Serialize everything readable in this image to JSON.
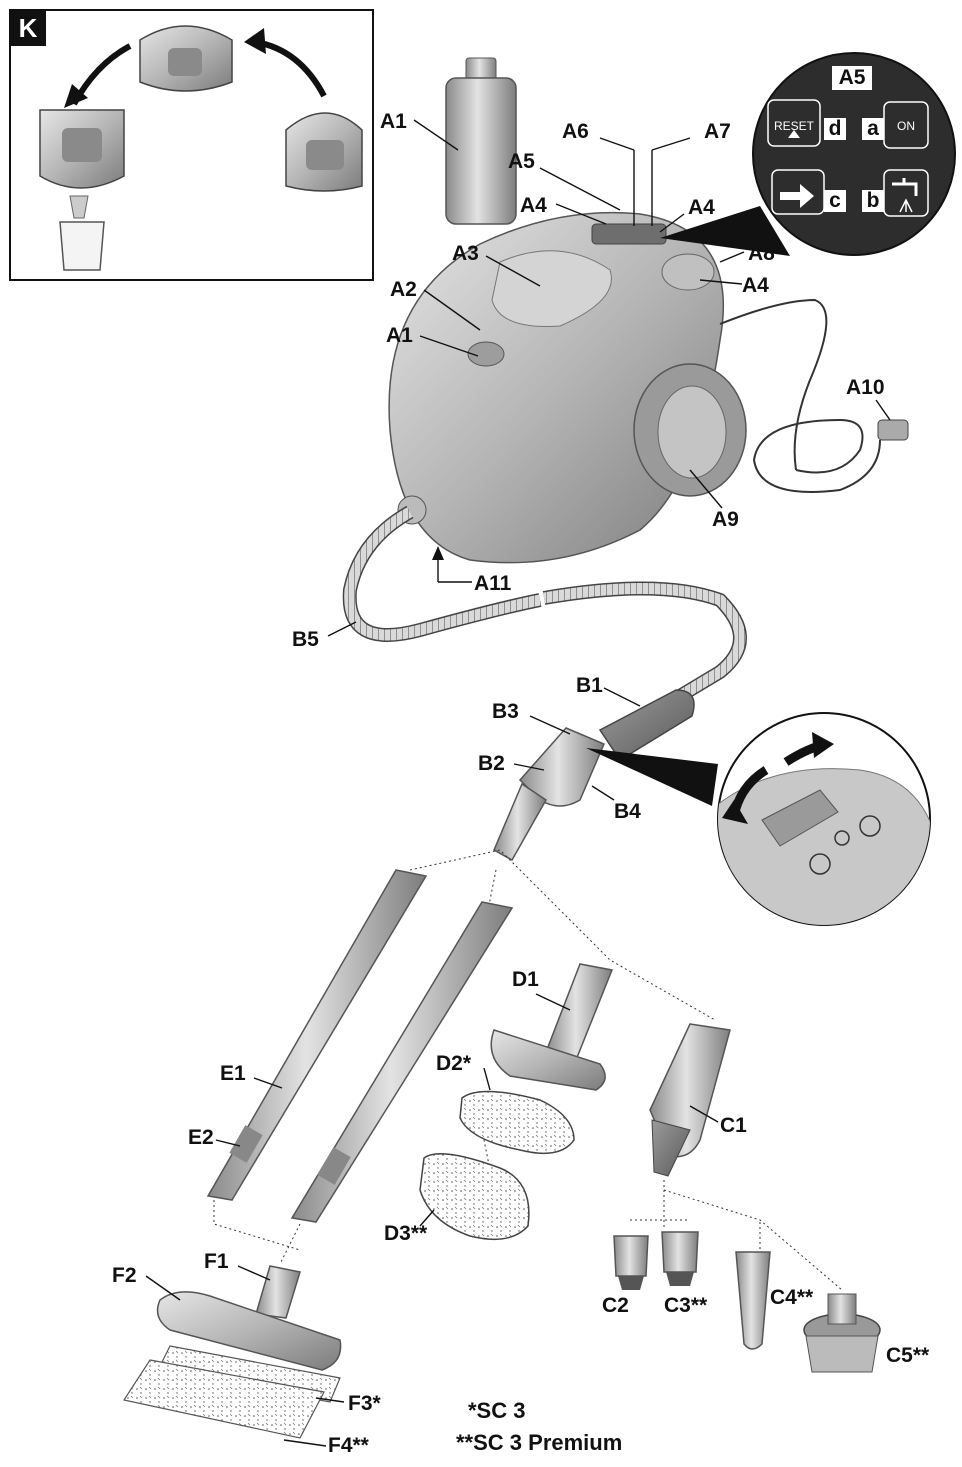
{
  "inset": {
    "letter": "K"
  },
  "panel": {
    "title": "A5",
    "reset_label": "RESET",
    "on_label": "ON",
    "keys": [
      "a",
      "b",
      "c",
      "d"
    ]
  },
  "labels": {
    "A1_top": "A1",
    "A1_body": "A1",
    "A2": "A2",
    "A3": "A3",
    "A4_left": "A4",
    "A4_top": "A4",
    "A4_right": "A4",
    "A5": "A5",
    "A6": "A6",
    "A7": "A7",
    "A8": "A8",
    "A9": "A9",
    "A10": "A10",
    "A11": "A11",
    "B1": "B1",
    "B2": "B2",
    "B3": "B3",
    "B4": "B4",
    "B5": "B5",
    "C1": "C1",
    "C2": "C2",
    "C3": "C3**",
    "C4": "C4**",
    "C5": "C5**",
    "D1": "D1",
    "D2": "D2*",
    "D3": "D3**",
    "E1": "E1",
    "E2": "E2",
    "F1": "F1",
    "F2": "F2",
    "F3": "F3*",
    "F4": "F4**"
  },
  "legend": {
    "line1": "*SC 3",
    "line2": "**SC 3 Premium"
  },
  "colors": {
    "panel_bg": "#2d2d2d",
    "part_gray": "#a9a9a9",
    "ink": "#111111"
  }
}
